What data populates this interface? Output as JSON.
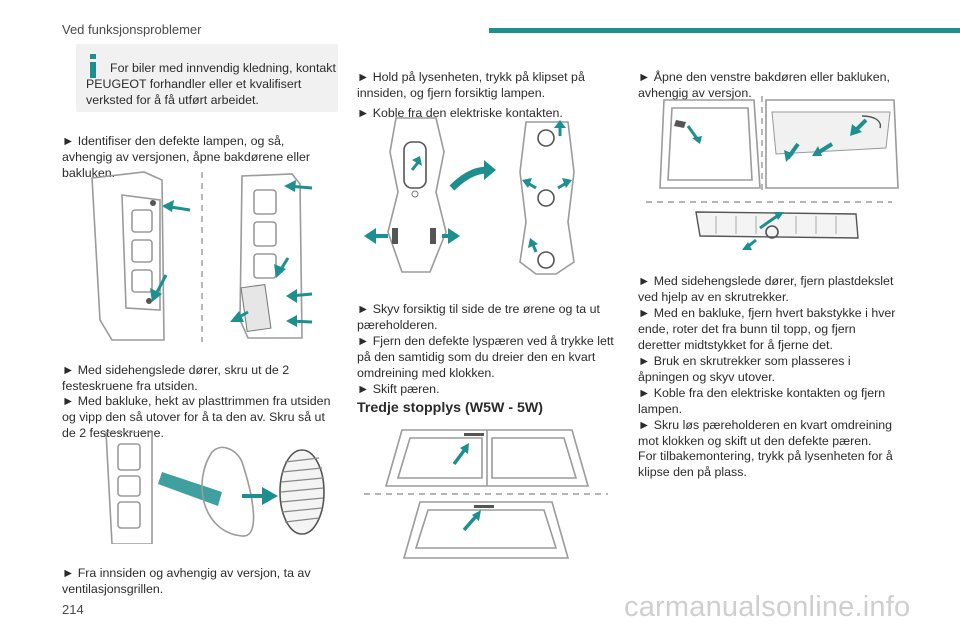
{
  "header": {
    "title": "Ved funksjonsproblemer",
    "accent_color": "#1d8f8f"
  },
  "info_box": {
    "text": "For biler med innvendig kledning, kontakt PEUGEOT forhandler eller et kvalifisert verksted for å få utført arbeidet."
  },
  "col1": {
    "p1": "► Identifiser den defekte lampen, og så, avhengig av versjonen, åpne bakdørene eller bakluken.",
    "p2": "► Med sidehengslede dører, skru ut de 2 festeskruene fra utsiden.",
    "p3": "► Med bakluke, hekt av plasttrimmen fra utsiden og vipp den så utover for å ta den av. Skru så ut de 2 festeskruene.",
    "p4": "► Fra innsiden og avhengig av versjon, ta av ventilasjonsgrillen."
  },
  "col2": {
    "p1": "► Hold på lysenheten, trykk på klipset på innsiden, og fjern forsiktig lampen.",
    "p2": "► Koble fra den elektriske kontakten.",
    "p3": "► Skyv forsiktig til side de tre ørene og ta ut pæreholderen.",
    "p4": "► Fjern den defekte lyspæren ved å trykke lett på den samtidig som du dreier den en kvart omdreining med klokken.",
    "p5": "► Skift pæren.",
    "section_title": "Tredje stopplys (W5W - 5W)"
  },
  "col3": {
    "p1": "► Åpne den venstre bakdøren eller bakluken, avhengig av versjon.",
    "p2": "► Med sidehengslede dører, fjern plastdekslet ved hjelp av en skrutrekker.",
    "p3": "► Med en bakluke, fjern hvert bakstykke i hver ende, roter det fra bunn til topp, og fjern deretter midtstykket for å fjerne det.",
    "p4": "► Bruk en skrutrekker som plasseres i åpningen og skyv utover.",
    "p5": "► Koble fra den elektriske kontakten og fjern lampen.",
    "p6": "► Skru løs pæreholderen en kvart omdreining mot klokken og skift ut den defekte pæren.",
    "p7": "For tilbakemontering, trykk på lysenheten for å klipse den på plass."
  },
  "footer": {
    "page_number": "214",
    "watermark": "carmanualsonline.info"
  }
}
